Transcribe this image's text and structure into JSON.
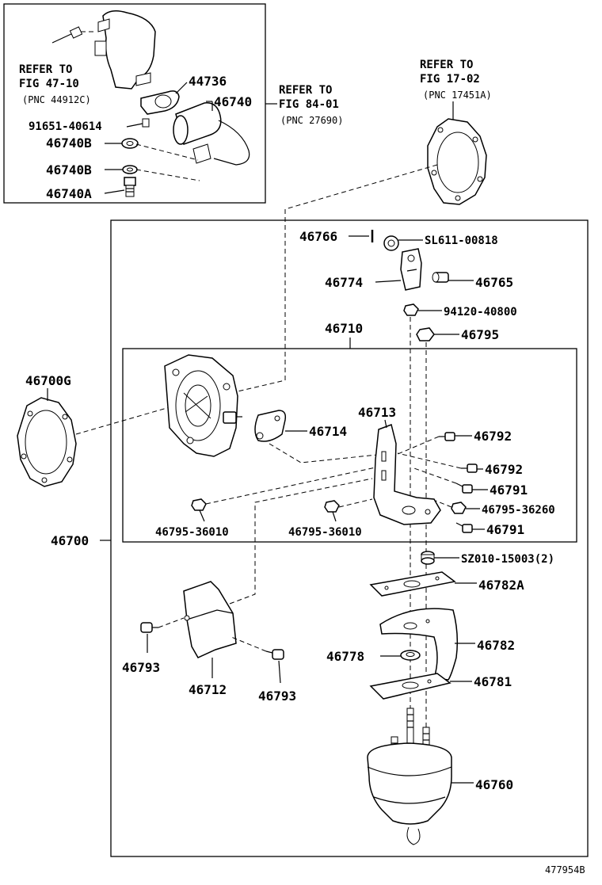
{
  "inset": {
    "refer_a_line1": "REFER TO",
    "refer_a_line2": "FIG 47-10",
    "refer_a_pnc": "(PNC 44912C)",
    "p44736": "44736",
    "p46740": "46740",
    "p91651": "91651-40614",
    "p46740B_1": "46740B",
    "p46740B_2": "46740B",
    "p46740A": "46740A"
  },
  "refer_b": {
    "line1": "REFER TO",
    "line2": "FIG 84-01",
    "pnc": "(PNC 27690)"
  },
  "refer_c": {
    "line1": "REFER TO",
    "line2": "FIG 17-02",
    "pnc": "(PNC 17451A)"
  },
  "labels": {
    "p46766": "46766",
    "sl611": "SL611-00818",
    "p46774": "46774",
    "p46765": "46765",
    "p94120": "94120-40800",
    "p46710": "46710",
    "p46795": "46795",
    "p46700G": "46700G",
    "p46713": "46713",
    "p46714": "46714",
    "p46792a": "46792",
    "p46792b": "46792",
    "p46791a": "46791",
    "p4679536260": "46795-36260",
    "p46791b": "46791",
    "p4679536010a": "46795-36010",
    "p4679536010b": "46795-36010",
    "p46700": "46700",
    "sz010": "SZ010-15003(2)",
    "p46782A": "46782A",
    "p46782": "46782",
    "p46778": "46778",
    "p46781": "46781",
    "p46793a": "46793",
    "p46712": "46712",
    "p46793b": "46793",
    "p46760": "46760"
  },
  "figure_id": "477954B"
}
